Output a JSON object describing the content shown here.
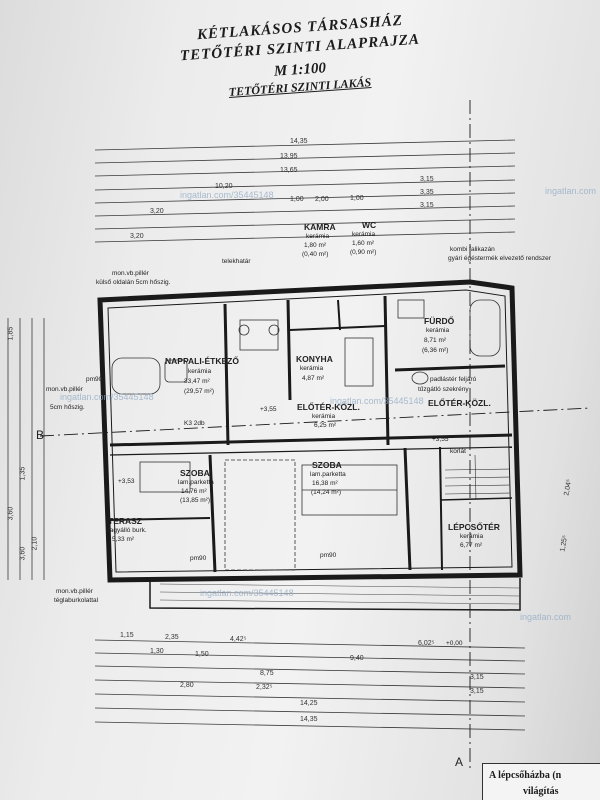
{
  "title": {
    "line1": "KÉTLAKÁSOS TÁRSASHÁZ",
    "line2": "TETŐTÉRI SZINTI ALAPRAJZA",
    "scale": "M 1:100",
    "subtitle": "TETŐTÉRI SZINTI LAKÁS"
  },
  "watermark": "ingatlan.com/35445148",
  "watermark_short": "ingatlan.com",
  "rooms": {
    "kamra": {
      "name": "KAMRA",
      "material": "kerámia",
      "area": "1,80 m²",
      "area2": "(0,40 m²)"
    },
    "wc": {
      "name": "WC",
      "material": "kerámia",
      "area": "1,60 m²",
      "area2": "(0,90 m²)"
    },
    "nappali": {
      "name": "NAPPALI-ÉTKEZŐ",
      "material": "kerámia",
      "area": "33,47 m²",
      "area2": "(29,57 m²)"
    },
    "konyha": {
      "name": "KONYHA",
      "material": "kerámia",
      "area": "4,87 m²"
    },
    "furdo": {
      "name": "FÜRDŐ",
      "material": "kerámia",
      "area": "8,71 m²",
      "area2": "(6,36 m²)"
    },
    "eloter1": {
      "name": "ELŐTÉR-KÖZL.",
      "material": "kerámia",
      "area": "6,25 m²"
    },
    "eloter2": {
      "name": "ELŐTÉR-KÖZL."
    },
    "szoba1": {
      "name": "SZOBA",
      "material": "lam.parketta",
      "area": "14,76 m²",
      "area2": "(13,85 m²)"
    },
    "szoba2": {
      "name": "SZOBA",
      "material": "lam.parketta",
      "area": "16,38 m²",
      "area2": "(14,24 m²)"
    },
    "terasz": {
      "name": "TERASZ",
      "material": "fagyálló burk.",
      "area": "5,33 m²"
    },
    "lepcsoter": {
      "name": "LÉPCSŐTÉR",
      "material": "kerámia",
      "area": "6,77 m²"
    }
  },
  "annotations": {
    "telekhatar": "telekhatár",
    "pillar_top": "mon.vb.pillér",
    "pillar_top2": "külső oldalán 5cm hőszig.",
    "pillar_left": "mon.vb.pillér",
    "pillar_left2": "5cm hőszig.",
    "pillar_bottom": "mon.vb.pillér",
    "pillar_bottom2": "téglaburkolattal",
    "kombi": "kombi falikazán",
    "kombi2": "gyári égéstermék elvezető rendszer",
    "padlas": "padlástér feljáró",
    "padlas2": "tűzgátló szekrény",
    "korlat": "korlát",
    "k3": "K3 2db",
    "pm90a": "pm90",
    "pm90b": "pm90",
    "pm90c": "pm90",
    "level1": "+3,55",
    "level2": "+3,53",
    "level3": "+3,55",
    "level4": "+0,00",
    "section_b": "B",
    "section_a": "A"
  },
  "dims_top": [
    "14,35",
    "13,95",
    "13,65",
    "10,20",
    "3,15",
    "3,35",
    "3,15",
    "3,20",
    "3,20",
    "1,00",
    "2,00",
    "1,00"
  ],
  "dims_bottom": [
    "4,42⁵",
    "6,02⁵",
    "9,40",
    "8,75",
    "3,15",
    "2,32⁵",
    "3,15",
    "14,25",
    "14,35",
    "1,15",
    "2,35",
    "1,50",
    "1,30",
    "2,80"
  ],
  "dims_left": [
    "1,85",
    "1,35",
    "3,60",
    "2,10",
    "3,60"
  ],
  "dims_right": [
    "2,04⁵",
    "1,25⁵"
  ],
  "note": {
    "line1": "A lépcsőházba (n",
    "line2": "világítás"
  }
}
